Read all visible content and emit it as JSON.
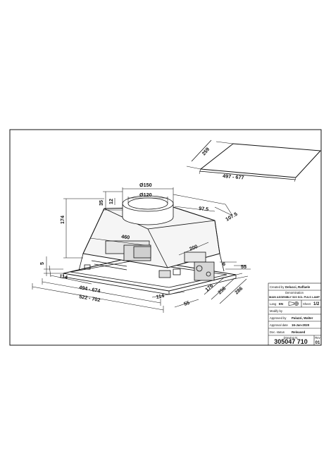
{
  "drawing": {
    "dimensions": {
      "top_width": "259",
      "top_length": "497 - 677",
      "duct_outer": "Ø150",
      "duct_inner": "Ø120",
      "dim_35": "35",
      "dim_12": "12",
      "dim_97_5": "97.5",
      "dim_107_5": "107.5",
      "height": "174",
      "dim_460": "460",
      "dim_200": "200",
      "dim_5": "5",
      "dim_114_left": "114",
      "dim_494_674": "494 - 674",
      "dim_522_702": "522 - 702",
      "dim_114_bottom": "114",
      "dim_55_bottom": "55",
      "dim_176": "176",
      "dim_256": "256",
      "dim_286": "286",
      "dim_6": "6",
      "dim_55_right": "55"
    }
  },
  "title_block": {
    "created_by_label": "Created by",
    "created_by": "Delucci, Raffaele",
    "denomination_label": "Denomination",
    "denomination": "MAIN ASSEMBLY 520 SCL PULS LAMP",
    "lang_label": "Lang",
    "lang": "EN",
    "sheet_label": "Sheet",
    "sheet": "1/2",
    "modify_label": "Modify by",
    "approved_by_label": "Approved by",
    "approved_by": "Palazzi, Walter",
    "approval_date_label": "Approval date",
    "approval_date": "16-Jan-2020",
    "status_label": "Doc. status",
    "status": "Released",
    "drawing_no_label": "Drawing N.",
    "drawing_no": "305047 710",
    "rev_label": "Rev",
    "rev": "01"
  }
}
